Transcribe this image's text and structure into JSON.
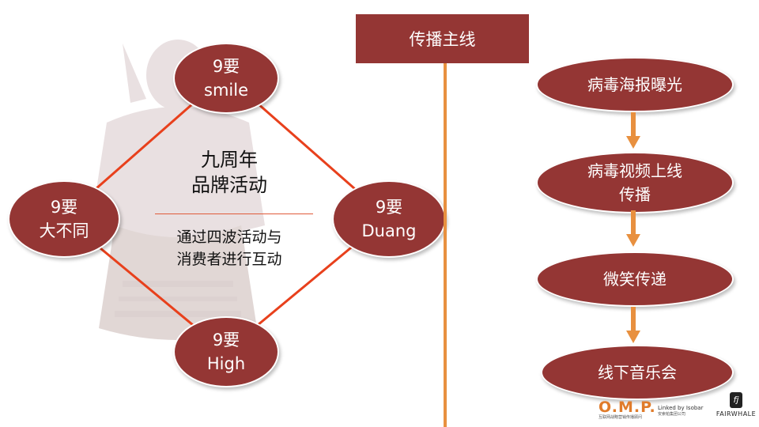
{
  "diamond": {
    "top": {
      "line1": "9要",
      "line2": "smile"
    },
    "left": {
      "line1": "9要",
      "line2": "大不同"
    },
    "right": {
      "line1": "9要",
      "line2": "Duang"
    },
    "bottom": {
      "line1": "9要",
      "line2": "High"
    },
    "center": {
      "title_line1": "九周年",
      "title_line2": "品牌活动",
      "subtitle_line1": "通过四波活动与",
      "subtitle_line2": "消费者进行互动"
    }
  },
  "main_line": {
    "label": "传播主线"
  },
  "flow": {
    "steps": [
      {
        "line1": "病毒海报曝光",
        "line2": ""
      },
      {
        "line1": "病毒视频上线",
        "line2": "传播"
      },
      {
        "line1": "微笑传递",
        "line2": ""
      },
      {
        "line1": "线下音乐会",
        "line2": ""
      }
    ]
  },
  "logos": {
    "omp": "O.M.P.",
    "omp_sub": "互联网战略营销传播顾问",
    "isobar": "Linked by Isobar",
    "isobar_sub": "安索帕集团公司",
    "fairwhale": "FAIRWHALE"
  },
  "colors": {
    "node_fill": "#943634",
    "diamond_line": "#e8401c",
    "main_line": "#e8903f"
  }
}
